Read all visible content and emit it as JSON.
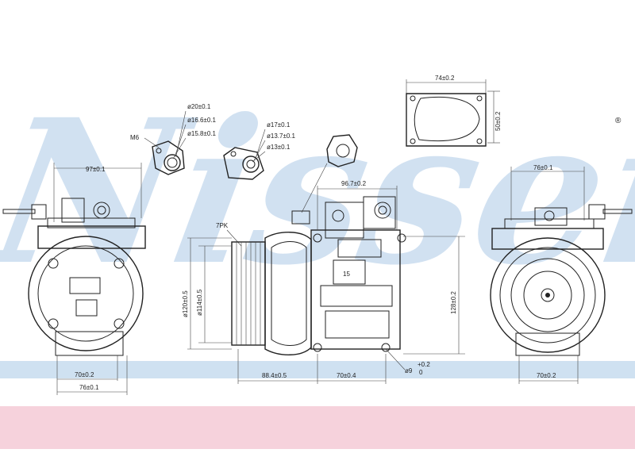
{
  "watermark": {
    "text": "Nissens",
    "mark": "®",
    "color": "#c9dcef"
  },
  "band": {
    "blue": "#cfe1f1",
    "pink": "#f6d2dc"
  },
  "labels": {
    "flange_thread": "M6",
    "d20": "ø20±0.1",
    "d16_6": "ø16.6±0.1",
    "d15_8": "ø15.8±0.1",
    "d17": "ø17±0.1",
    "d13_7": "ø13.7±0.1",
    "d13": "ø13±0.1",
    "top_w": "74±0.2",
    "top_h": "50±0.2",
    "left_top": "97±0.1",
    "left_bot1": "70±0.2",
    "left_bot2": "76±0.1",
    "pulley": "7PK",
    "dia120": "ø120±0.5",
    "dia114": "ø114±0.5",
    "len96": "96.7±0.2",
    "mark15": "15",
    "h128": "128±0.2",
    "off88": "88.4±0.5",
    "mnt70": "70±0.4",
    "hole9": "ø9",
    "hole9_tol": "+0.2",
    "hole9_tol2": "0",
    "right_top": "76±0.1",
    "right_bot": "70±0.2"
  }
}
